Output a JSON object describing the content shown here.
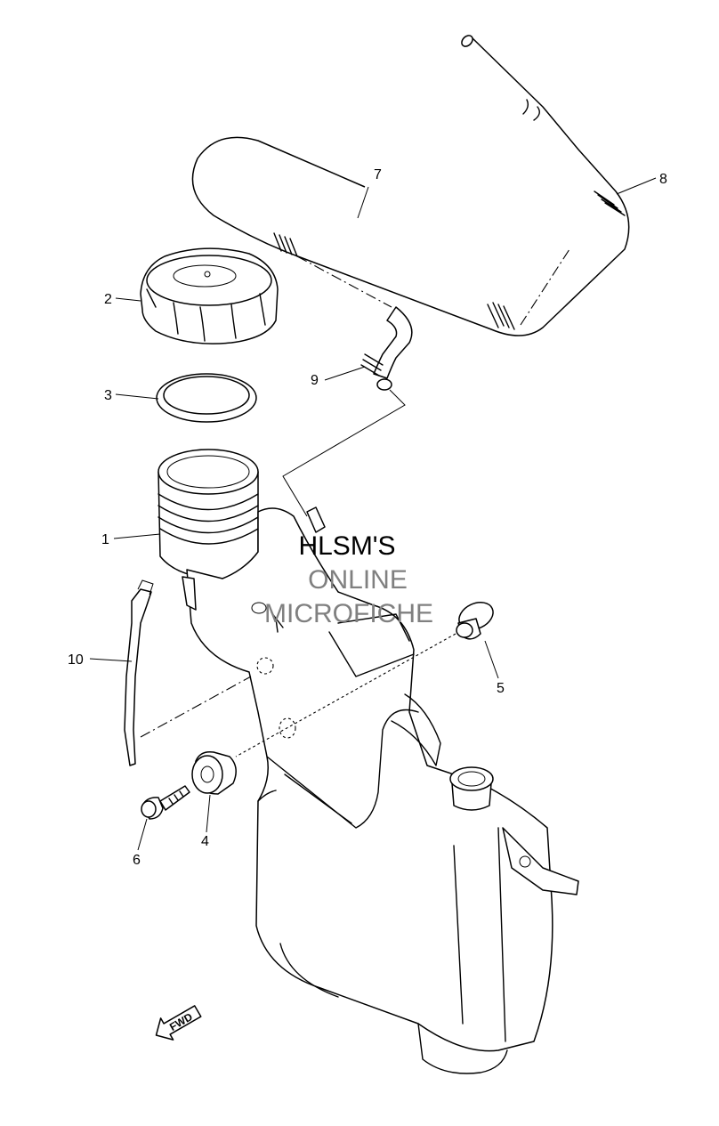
{
  "callouts": {
    "c1": "1",
    "c2": "2",
    "c3": "3",
    "c4": "4",
    "c5": "5",
    "c6": "6",
    "c7": "7",
    "c8": "8",
    "c9": "9",
    "c10": "10"
  },
  "watermark": {
    "line1": "HLSM'S",
    "line2": "ONLINE",
    "line3": "MICROFICHE"
  },
  "fwd_label": "FWD",
  "colors": {
    "line": "#000000",
    "watermark_dark": "#000000",
    "watermark_gray": "#808080",
    "background": "#ffffff"
  }
}
